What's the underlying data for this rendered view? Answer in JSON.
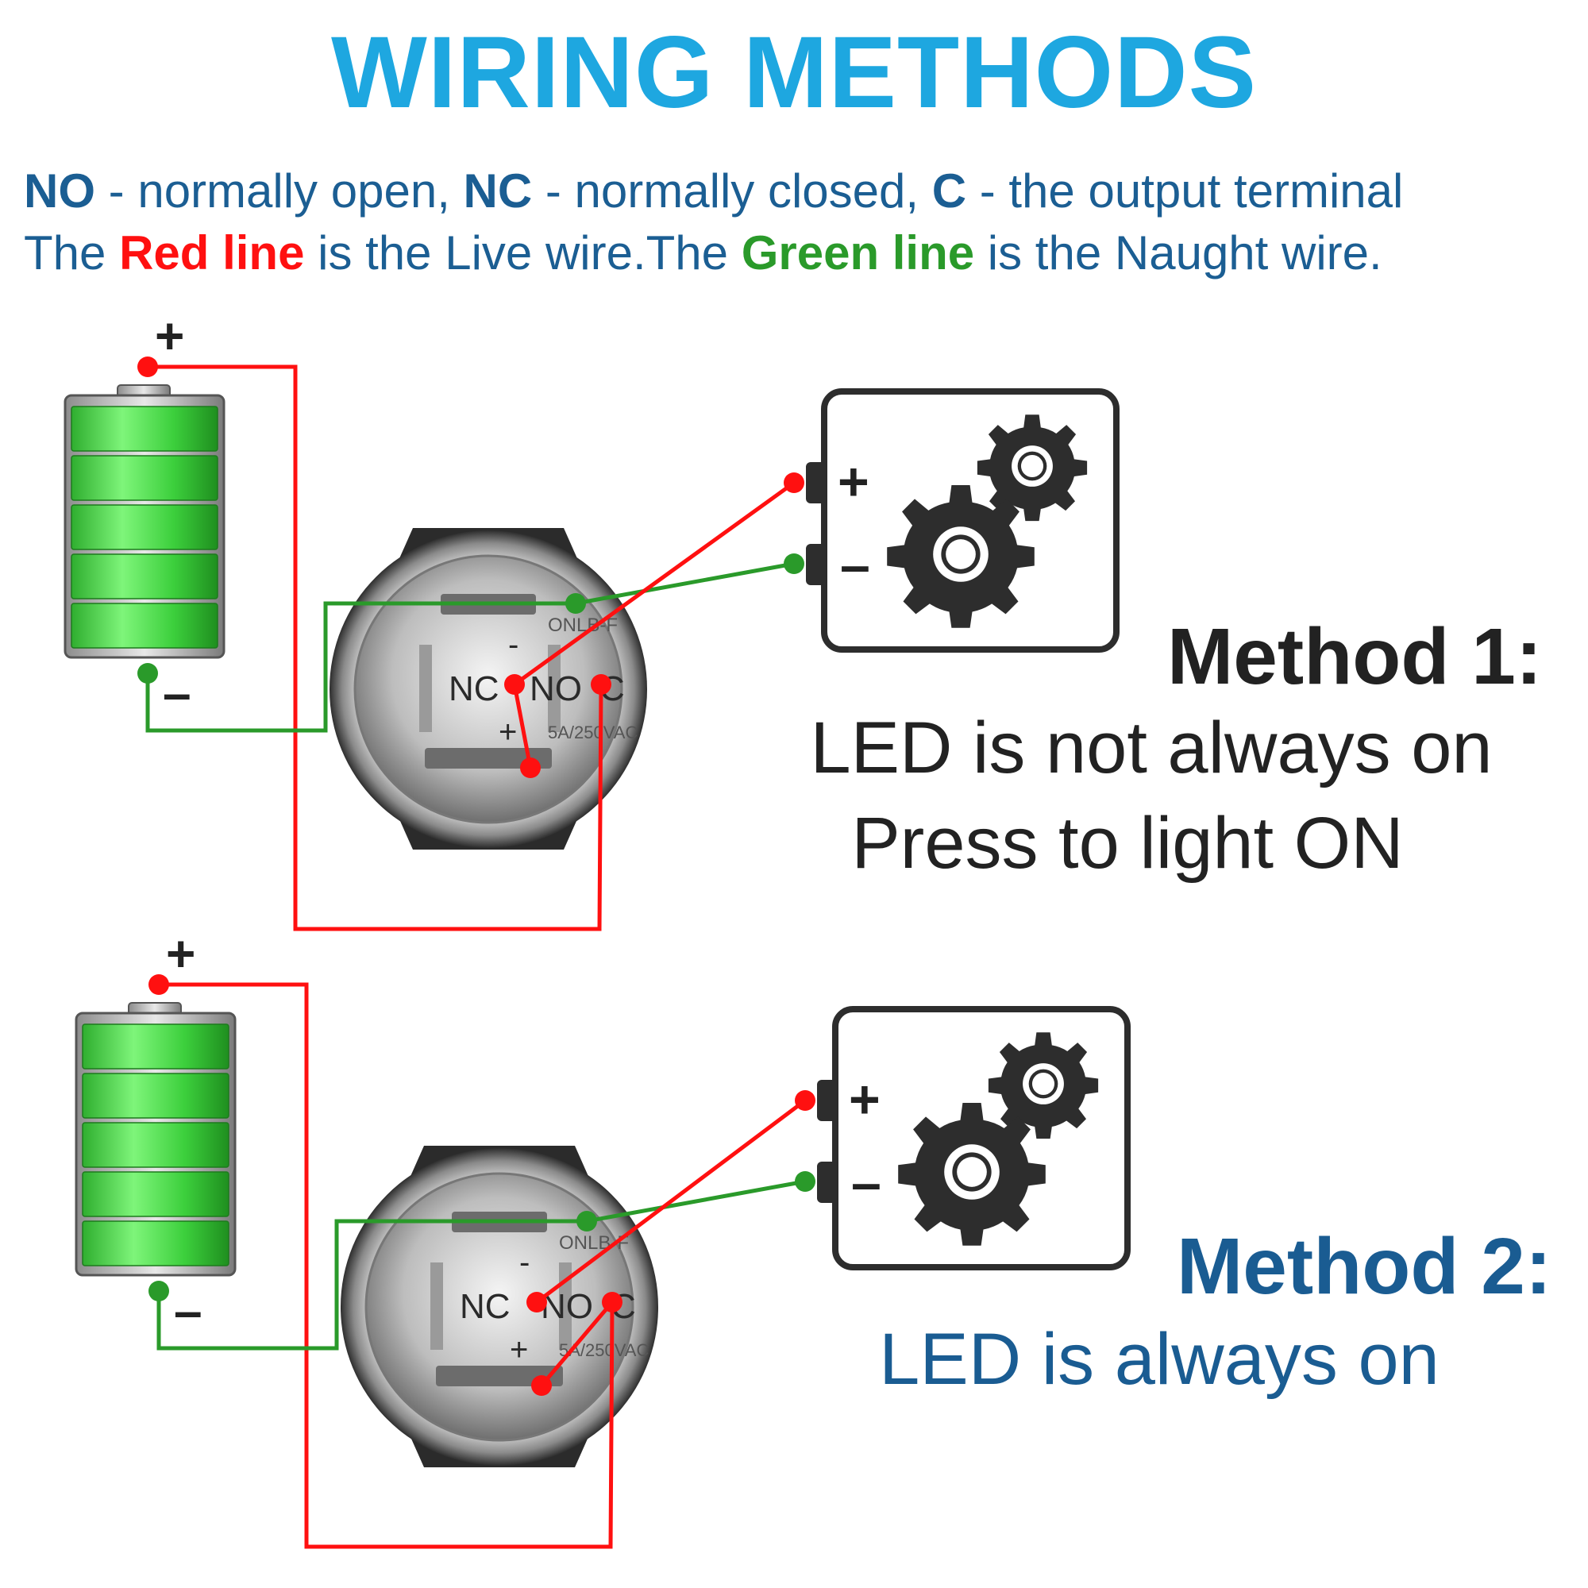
{
  "title": "WIRING METHODS",
  "legend": {
    "no_abbr": "NO",
    "no_text": " - normally open, ",
    "nc_abbr": "NC",
    "nc_text": " -  normally closed, ",
    "c_abbr": "C",
    "c_text": " - the output terminal",
    "the1": "The ",
    "red_line": "Red line",
    "red_text": " is the Live wire.The ",
    "green_line": "Green line",
    "green_text": " is the Naught wire."
  },
  "colors": {
    "title": "#1ea7e0",
    "text_blue": "#1b5e93",
    "live": "#ff1010",
    "neutral": "#2a9a2a",
    "method2": "#1a5c92"
  },
  "battery": {
    "plus": "+",
    "minus": "–"
  },
  "switch": {
    "nc": "NC",
    "no": "NO",
    "c": "C",
    "led_minus": "-",
    "led_plus": "+",
    "rating": "5A/250VAC",
    "brand": "ONLB-F"
  },
  "load": {
    "plus": "+",
    "minus": "–",
    "icon": "gears-icon"
  },
  "methods": [
    {
      "title": "Method 1:",
      "line1": "LED is not always on",
      "line2": "Press to light ON"
    },
    {
      "title": "Method 2:",
      "line1": "LED is always on"
    }
  ]
}
